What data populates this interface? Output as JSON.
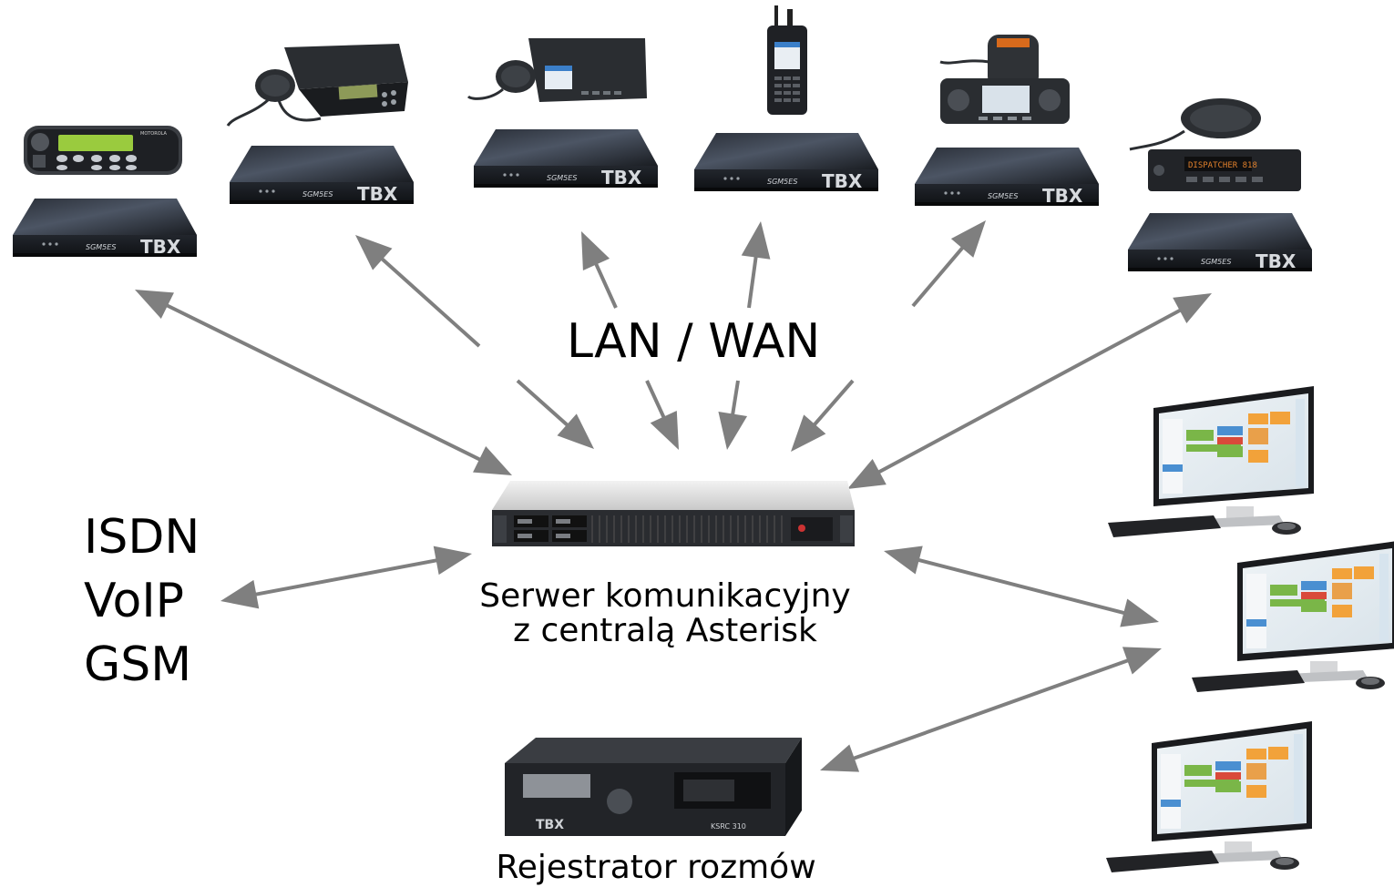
{
  "labels": {
    "network": "LAN / WAN",
    "telephony": [
      "ISDN",
      "VoIP",
      "GSM"
    ],
    "server_line1": "Serwer komunikacyjny",
    "server_line2": "z centralą Asterisk",
    "recorder": "Rejestrator rozmów"
  },
  "gateway_brand": "TBX",
  "gateway_model": "SGM5ES",
  "radio_brand": "MOTOROLA",
  "radio_display_text": "DISPATCHER 818",
  "recorder_model": "KSRC 310",
  "colors": {
    "arrow": "#7f7f7f",
    "device_dark": "#1c1f24",
    "text": "#000000"
  },
  "icons": {
    "radio": "mobile-radio-icon",
    "handheld": "handheld-radio-icon",
    "gateway": "radio-gateway-icon",
    "server": "rack-server-icon",
    "workstation": "dispatcher-workstation-icon",
    "recorder": "call-recorder-icon"
  }
}
